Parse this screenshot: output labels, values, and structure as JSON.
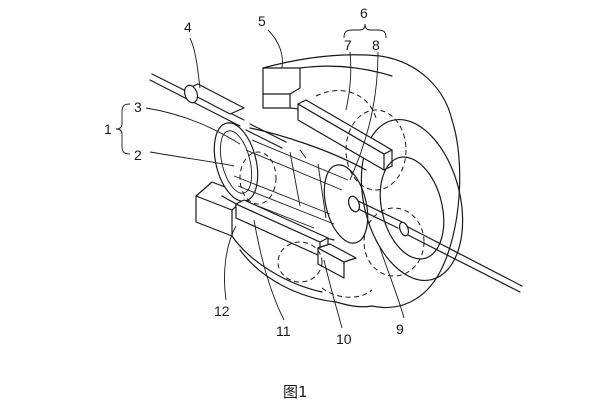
{
  "labels": {
    "l1": "1",
    "l2": "2",
    "l3": "3",
    "l4": "4",
    "l5": "5",
    "l6": "6",
    "l7": "7",
    "l8": "8",
    "l9": "9",
    "l10": "10",
    "l11": "11",
    "l12": "12"
  },
  "caption": "图1"
}
